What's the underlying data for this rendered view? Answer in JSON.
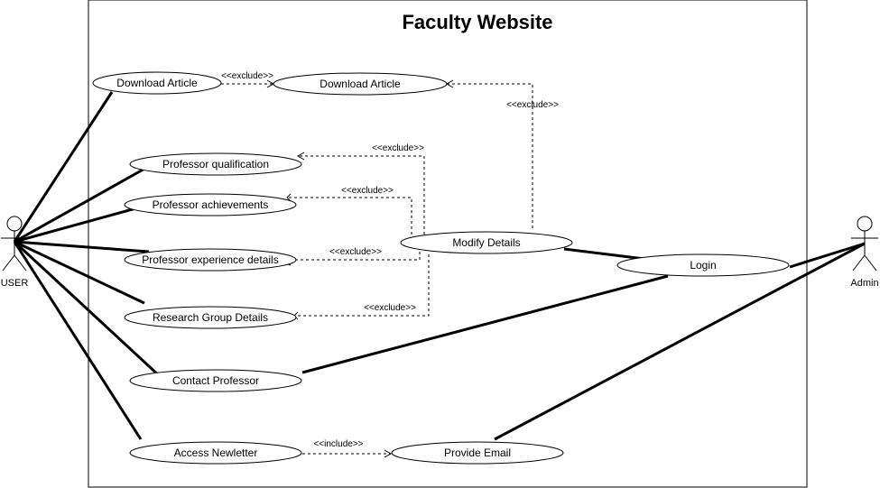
{
  "system": {
    "title": "Faculty Website"
  },
  "actors": {
    "user": "USER",
    "admin": "Admin"
  },
  "use_cases": {
    "download_article_user": "Download Article",
    "download_article_admin": "Download Article",
    "professor_qualification": "Professor qualification",
    "professor_achievements": "Professor achievements",
    "professor_experience": "Professor experience details",
    "research_group": "Research Group Details",
    "contact_professor": "Contact Professor",
    "access_newsletter": "Access Newletter",
    "modify_details": "Modify Details",
    "login": "Login",
    "provide_email": "Provide Email"
  },
  "relations": {
    "exclude": "<<exclude>>",
    "include": "<<include>>"
  }
}
